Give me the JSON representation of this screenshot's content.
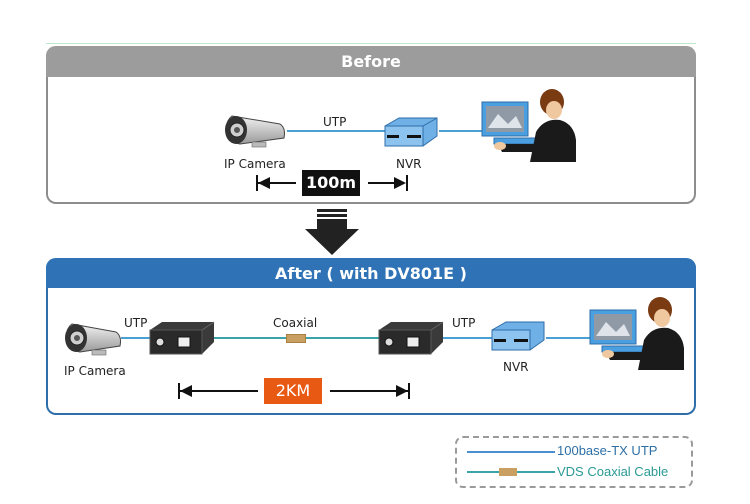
{
  "before": {
    "title": "Before",
    "camera_label": "IP Camera",
    "link_label": "UTP",
    "nvr_label": "NVR",
    "distance": "100m"
  },
  "after": {
    "title": "After ( with DV801E )",
    "camera_label": "IP Camera",
    "link1_label": "UTP",
    "coax_label": "Coaxial",
    "link2_label": "UTP",
    "nvr_label": "NVR",
    "distance": "2KM"
  },
  "legend": {
    "items": [
      {
        "label": "100base-TX UTP",
        "color": "#4a8fd0"
      },
      {
        "label": "VDS Coaxial Cable",
        "color": "#3aa4a8",
        "connector_color": "#c9a062"
      }
    ]
  },
  "colors": {
    "before_header": "#9c9c9c",
    "after_header": "#2f73b6",
    "distance_before_bg": "#111111",
    "distance_after_bg": "#e85a13"
  }
}
